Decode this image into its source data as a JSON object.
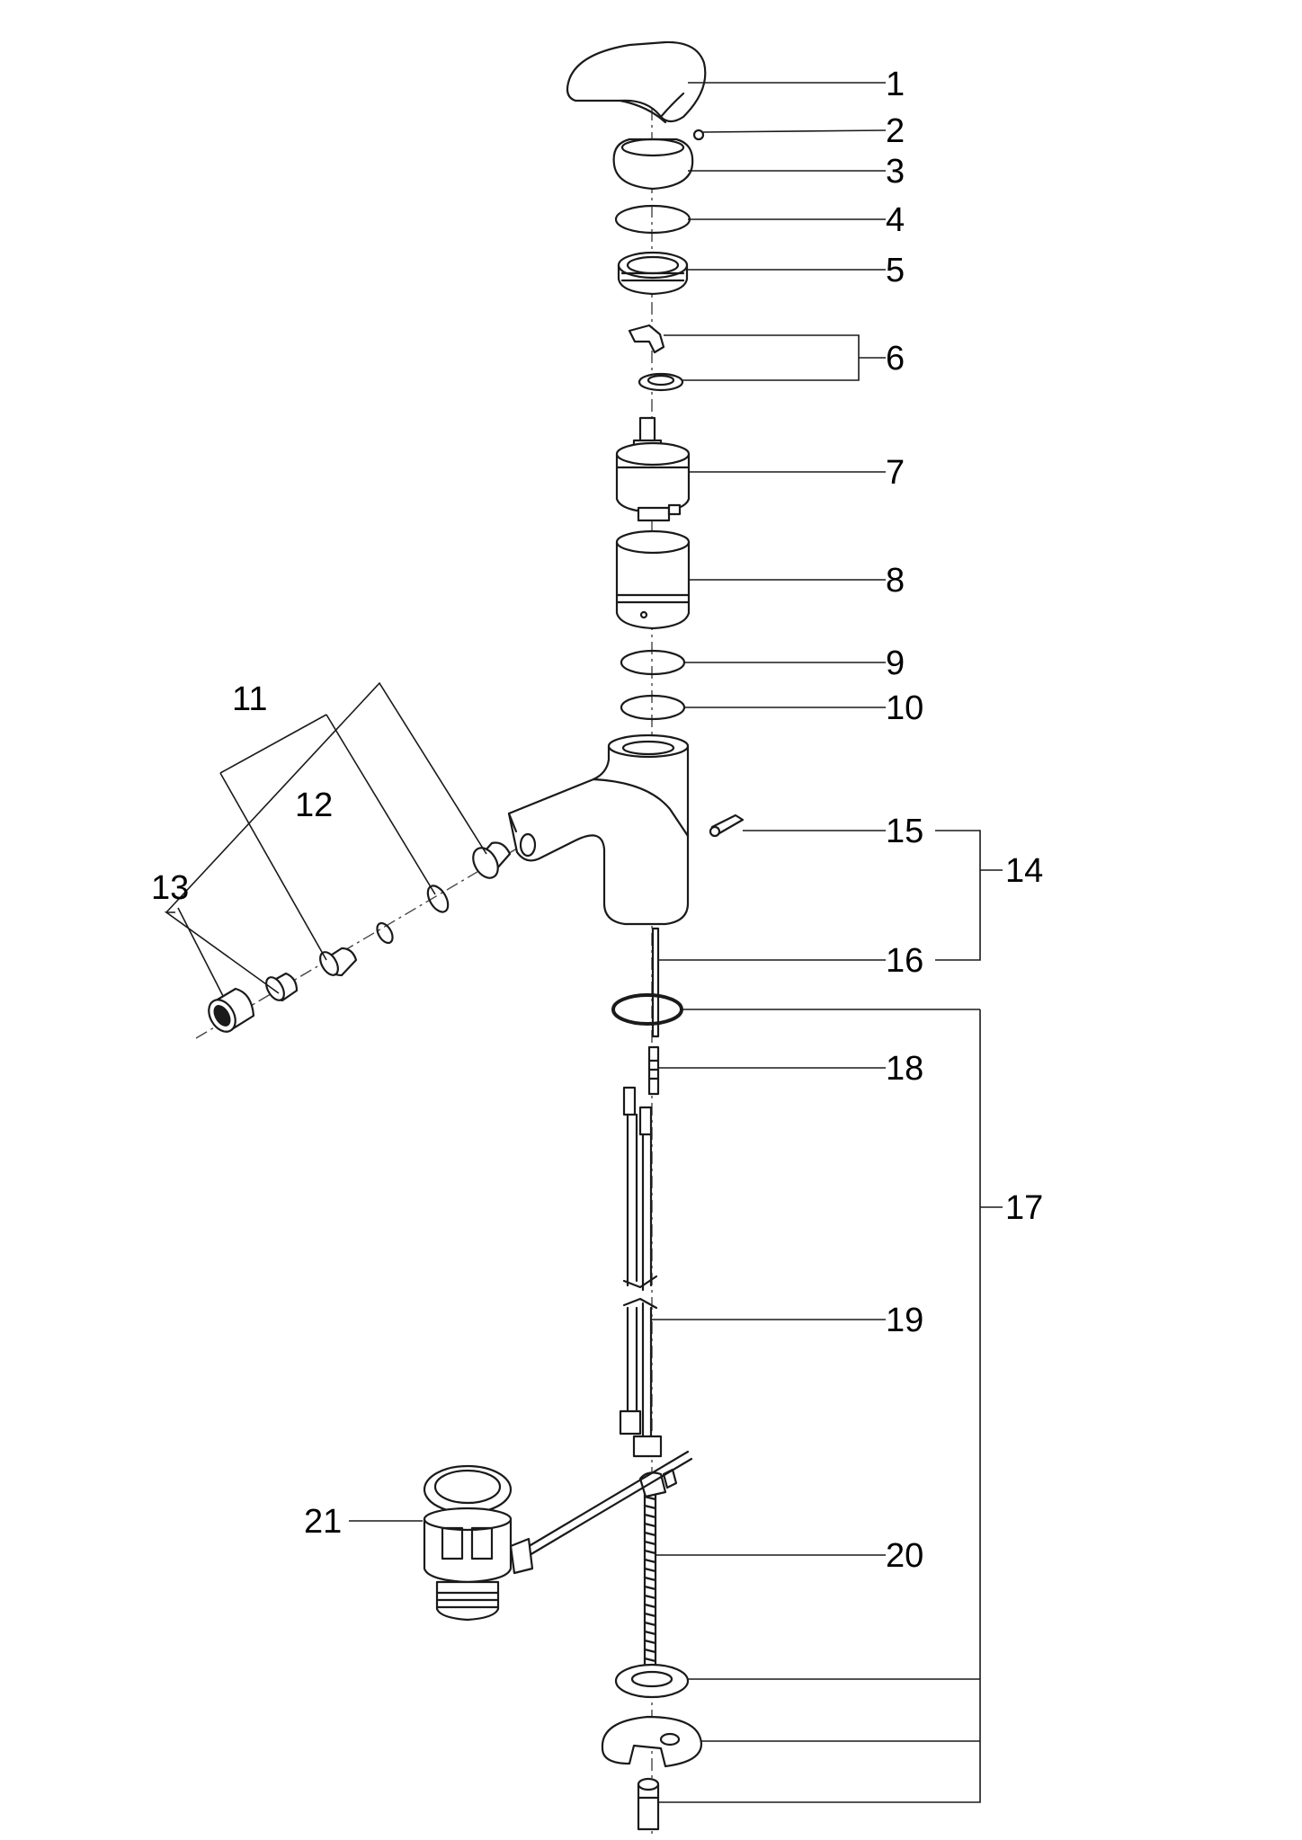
{
  "diagram": {
    "callouts": [
      "1",
      "2",
      "3",
      "4",
      "5",
      "6",
      "7",
      "8",
      "9",
      "10",
      "11",
      "12",
      "13",
      "14",
      "15",
      "16",
      "17",
      "18",
      "19",
      "20",
      "21"
    ]
  }
}
